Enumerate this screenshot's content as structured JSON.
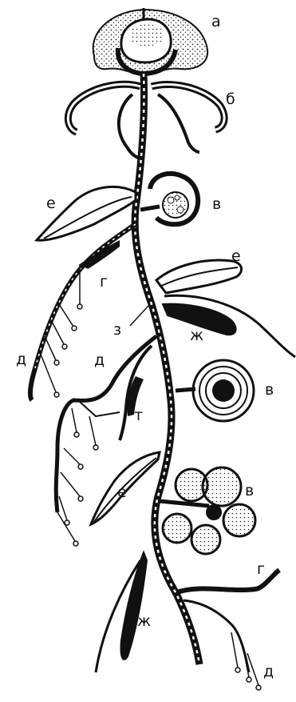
{
  "figure": {
    "labels": {
      "a": "а",
      "b": "б",
      "v1": "в",
      "v2": "в",
      "v3": "в",
      "g1": "г",
      "g2": "г",
      "d1": "д",
      "d2": "д",
      "d3": "д",
      "e1": "е",
      "e2": "е",
      "e3": "е",
      "zh1": "ж",
      "zh2": "ж",
      "z": "з",
      "t": "т"
    }
  }
}
